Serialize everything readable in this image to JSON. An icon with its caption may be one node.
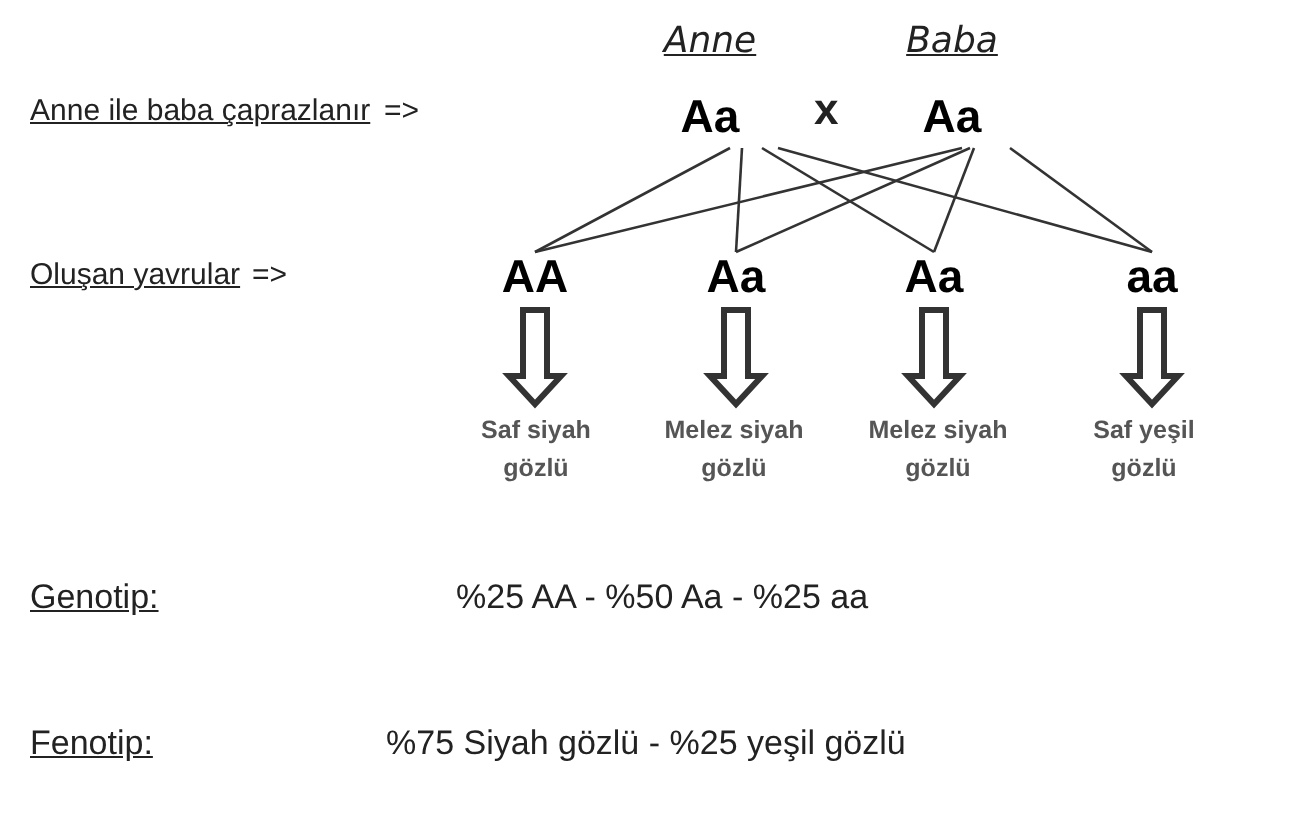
{
  "diagram": {
    "nodes": [
      {
        "text": [
          "Anne",
          "Aa"
        ]
      },
      {
        "text": [
          "Baba",
          "Aa"
        ]
      },
      {
        "text": [
          "AA"
        ]
      },
      {
        "text": [
          "Aa"
        ]
      },
      {
        "text": [
          "Aa"
        ]
      },
      {
        "text": [
          "aa"
        ]
      },
      {
        "text": [
          "Saf siyah gözlü"
        ]
      },
      {
        "text": [
          "Melez siyah gözlü"
        ]
      },
      {
        "text": [
          "Melez siyah gözlü"
        ]
      },
      {
        "text": [
          "Saf yeşil gözlü"
        ]
      }
    ],
    "edges": [
      {
        "from": 0,
        "to": 2,
        "arrow": "none"
      },
      {
        "from": 0,
        "to": 3,
        "arrow": "none"
      },
      {
        "from": 0,
        "to": 4,
        "arrow": "none"
      },
      {
        "from": 0,
        "to": 5,
        "arrow": "none"
      },
      {
        "from": 1,
        "to": 2,
        "arrow": "none"
      },
      {
        "from": 1,
        "to": 3,
        "arrow": "none"
      },
      {
        "from": 1,
        "to": 4,
        "arrow": "none"
      },
      {
        "from": 1,
        "to": 5,
        "arrow": "none"
      },
      {
        "from": 2,
        "to": 6,
        "arrow": "to",
        "style": "thick"
      },
      {
        "from": 3,
        "to": 7,
        "arrow": "to",
        "style": "thick"
      },
      {
        "from": 4,
        "to": 8,
        "arrow": "to",
        "style": "thick"
      },
      {
        "from": 5,
        "to": 9,
        "arrow": "to",
        "style": "thick"
      }
    ],
    "labels": [
      "Anne ile baba çaprazlanır",
      "=>",
      "x",
      "Oluşan yavrular",
      "=>",
      "Genotip:",
      "%25 AA - %50 Aa - %25 aa",
      "Fenotip:",
      "%75 Siyah gözlü - %25 yeşil gözlü"
    ]
  }
}
